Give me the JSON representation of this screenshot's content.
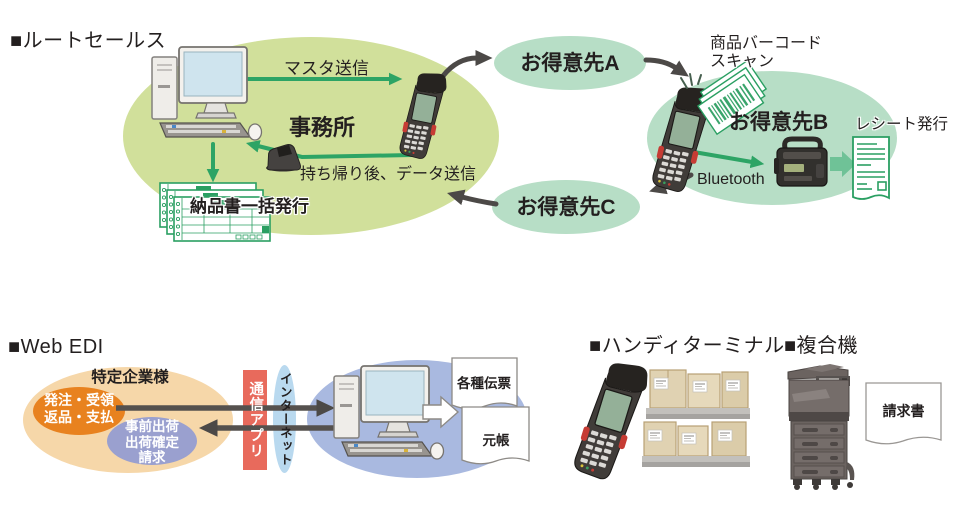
{
  "route_sales": {
    "title": "■ルートセールス",
    "office": {
      "label": "事務所",
      "master_send": "マスタ送信",
      "bring_back": "持ち帰り後、データ送信",
      "delivery_slips": "納品書一括発行"
    },
    "customers": {
      "a": "お得意先A",
      "b": "お得意先B",
      "c": "お得意先C"
    },
    "site_b": {
      "barcode_scan": "商品バーコード\nスキャン",
      "bluetooth": "Bluetooth",
      "receipt": "レシート発行"
    }
  },
  "web_edi": {
    "title": "■Web EDI",
    "company": "特定企業様",
    "order_flow": "発注・受領\n返品・支払",
    "shipment_flow": "事前出荷\n出荷確定\n請求",
    "comm_app": "通信アプリ",
    "internet": "インターネット",
    "docs": {
      "slips": "各種伝票",
      "ledger": "元帳"
    }
  },
  "handy_terminal": {
    "title": "■ハンディターミナル"
  },
  "mfp": {
    "title": "■複合機",
    "invoice": "請求書"
  },
  "colors": {
    "office_ellipse_green": "#d1e09b",
    "customer_ellipse_mint": "#b7dec6",
    "green_arrow": "#2da465",
    "dark_arrow": "#4c4947",
    "text": "#231f1f",
    "edi_company_peach": "#f6d7a9",
    "edi_order_orange": "#e8821f",
    "edi_shipment_purple": "#9aa0cf",
    "comm_app_red": "#e86a5c",
    "internet_blue": "#b9d9ef",
    "pc_ellipse_blue": "#a9b9e0",
    "form_green": "#2a9f62"
  }
}
